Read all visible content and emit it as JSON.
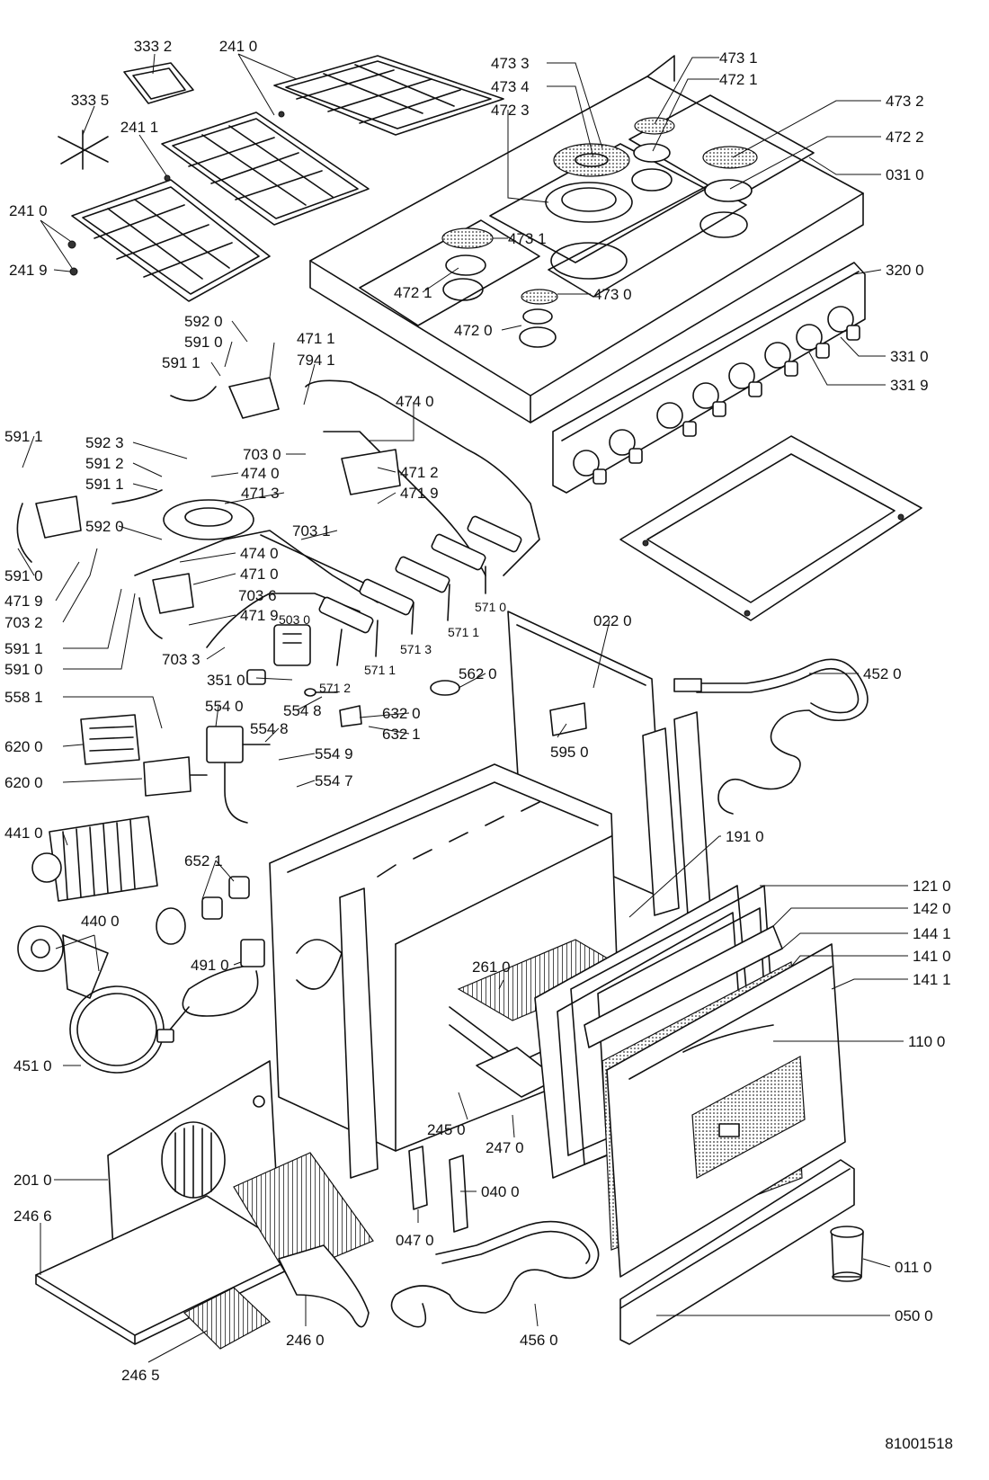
{
  "document_number": "81001518",
  "parts": [
    {
      "id": "p3332",
      "label": "333 2"
    },
    {
      "id": "p2410a",
      "label": "241 0"
    },
    {
      "id": "p3335",
      "label": "333 5"
    },
    {
      "id": "p2411",
      "label": "241 1"
    },
    {
      "id": "p2410b",
      "label": "241 0"
    },
    {
      "id": "p2419",
      "label": "241 9"
    },
    {
      "id": "p4733",
      "label": "473 3"
    },
    {
      "id": "p4734",
      "label": "473 4"
    },
    {
      "id": "p4723",
      "label": "472 3"
    },
    {
      "id": "p4731a",
      "label": "473 1"
    },
    {
      "id": "p4721a",
      "label": "472 1"
    },
    {
      "id": "p4732",
      "label": "473 2"
    },
    {
      "id": "p4722",
      "label": "472 2"
    },
    {
      "id": "p0310",
      "label": "031 0"
    },
    {
      "id": "p4731b",
      "label": "473 1"
    },
    {
      "id": "p4721b",
      "label": "472 1"
    },
    {
      "id": "p4730",
      "label": "473 0"
    },
    {
      "id": "p4720",
      "label": "472 0"
    },
    {
      "id": "p3200",
      "label": "320 0"
    },
    {
      "id": "p3310",
      "label": "331 0"
    },
    {
      "id": "p3319",
      "label": "331 9"
    },
    {
      "id": "p5920a",
      "label": "592 0"
    },
    {
      "id": "p5910a",
      "label": "591 0"
    },
    {
      "id": "p5911a",
      "label": "591 1"
    },
    {
      "id": "p4711",
      "label": "471 1"
    },
    {
      "id": "p7941",
      "label": "794 1"
    },
    {
      "id": "p4740a",
      "label": "474 0"
    },
    {
      "id": "p5911b",
      "label": "591 1"
    },
    {
      "id": "p5923",
      "label": "592 3"
    },
    {
      "id": "p5912",
      "label": "591 2"
    },
    {
      "id": "p5911c",
      "label": "591 1"
    },
    {
      "id": "p7030",
      "label": "703 0"
    },
    {
      "id": "p4740b",
      "label": "474 0"
    },
    {
      "id": "p4712",
      "label": "471 2"
    },
    {
      "id": "p4713",
      "label": "471 3"
    },
    {
      "id": "p4719a",
      "label": "471 9"
    },
    {
      "id": "p5920b",
      "label": "592 0"
    },
    {
      "id": "p7031",
      "label": "703 1"
    },
    {
      "id": "p5910b",
      "label": "591 0"
    },
    {
      "id": "p4740c",
      "label": "474 0"
    },
    {
      "id": "p4710",
      "label": "471 0"
    },
    {
      "id": "p4719b",
      "label": "471 9"
    },
    {
      "id": "p7036",
      "label": "703 6"
    },
    {
      "id": "p7032",
      "label": "703 2"
    },
    {
      "id": "p4719c",
      "label": "471 9"
    },
    {
      "id": "p5911d",
      "label": "591 1"
    },
    {
      "id": "p5910c",
      "label": "591 0"
    },
    {
      "id": "p7033",
      "label": "703 3"
    },
    {
      "id": "p5030",
      "label": "503 0"
    },
    {
      "id": "p5710",
      "label": "571 0"
    },
    {
      "id": "p5711a",
      "label": "571 1"
    },
    {
      "id": "p5713",
      "label": "571 3"
    },
    {
      "id": "p5711b",
      "label": "571 1"
    },
    {
      "id": "p5712",
      "label": "571 2"
    },
    {
      "id": "p0220",
      "label": "022 0"
    },
    {
      "id": "p4520",
      "label": "452 0"
    },
    {
      "id": "p3510",
      "label": "351 0"
    },
    {
      "id": "p5620",
      "label": "562 0"
    },
    {
      "id": "p5581",
      "label": "558 1"
    },
    {
      "id": "p5540",
      "label": "554 0"
    },
    {
      "id": "p5548a",
      "label": "554 8"
    },
    {
      "id": "p5548b",
      "label": "554 8"
    },
    {
      "id": "p6320",
      "label": "632 0"
    },
    {
      "id": "p6321",
      "label": "632 1"
    },
    {
      "id": "p6200a",
      "label": "620 0"
    },
    {
      "id": "p5549",
      "label": "554 9"
    },
    {
      "id": "p5950",
      "label": "595 0"
    },
    {
      "id": "p6200b",
      "label": "620 0"
    },
    {
      "id": "p5547",
      "label": "554 7"
    },
    {
      "id": "p4410",
      "label": "441 0"
    },
    {
      "id": "p1910",
      "label": "191 0"
    },
    {
      "id": "p6521",
      "label": "652 1"
    },
    {
      "id": "p1210",
      "label": "121 0"
    },
    {
      "id": "p1420",
      "label": "142 0"
    },
    {
      "id": "p4400",
      "label": "440 0"
    },
    {
      "id": "p1441",
      "label": "144 1"
    },
    {
      "id": "p1410",
      "label": "141 0"
    },
    {
      "id": "p4910",
      "label": "491 0"
    },
    {
      "id": "p2610",
      "label": "261 0"
    },
    {
      "id": "p1411",
      "label": "141 1"
    },
    {
      "id": "p1100",
      "label": "110 0"
    },
    {
      "id": "p4510",
      "label": "451 0"
    },
    {
      "id": "p2450",
      "label": "245 0"
    },
    {
      "id": "p2470",
      "label": "247 0"
    },
    {
      "id": "p2010",
      "label": "201 0"
    },
    {
      "id": "p0400",
      "label": "040 0"
    },
    {
      "id": "p2466",
      "label": "246 6"
    },
    {
      "id": "p0470",
      "label": "047  0"
    },
    {
      "id": "p0110",
      "label": "011 0"
    },
    {
      "id": "p0500",
      "label": "050 0"
    },
    {
      "id": "p2460",
      "label": "246 0"
    },
    {
      "id": "p4560",
      "label": "456 0"
    },
    {
      "id": "p2465",
      "label": "246 5"
    }
  ]
}
